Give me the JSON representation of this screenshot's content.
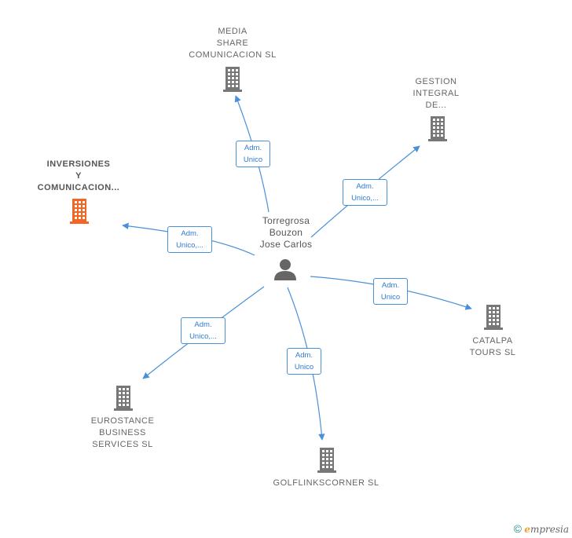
{
  "person": {
    "name_lines": "Torregrosa\nBouzon\nJose Carlos",
    "icon": "person-icon"
  },
  "companies": [
    {
      "id": "media",
      "label": "MEDIA\nSHARE\nCOMUNICACION SL",
      "icon": "building-icon",
      "highlight": false
    },
    {
      "id": "gestion",
      "label": "GESTION\nINTEGRAL\nDE...",
      "icon": "building-icon",
      "highlight": false
    },
    {
      "id": "inversiones",
      "label": "INVERSIONES\nY\nCOMUNICACION...",
      "icon": "building-icon",
      "highlight": true
    },
    {
      "id": "catalpa",
      "label": "CATALPA\nTOURS SL",
      "icon": "building-icon",
      "highlight": false
    },
    {
      "id": "eurostance",
      "label": "EUROSTANCE\nBUSINESS\nSERVICES  SL",
      "icon": "building-icon",
      "highlight": false
    },
    {
      "id": "golf",
      "label": "GOLFLINKSCORNER SL",
      "icon": "building-icon",
      "highlight": false
    }
  ],
  "edges": [
    {
      "to": "media",
      "label": "Adm.\nUnico"
    },
    {
      "to": "gestion",
      "label": "Adm.\nUnico,..."
    },
    {
      "to": "inversiones",
      "label": "Adm.\nUnico,..."
    },
    {
      "to": "catalpa",
      "label": "Adm.\nUnico"
    },
    {
      "to": "eurostance",
      "label": "Adm.\nUnico,..."
    },
    {
      "to": "golf",
      "label": "Adm.\nUnico"
    }
  ],
  "colors": {
    "edge": "#4a90d9",
    "building": "#777777",
    "building_highlight": "#f26522",
    "person": "#666666"
  },
  "footer": {
    "copyright": "©",
    "brand_initial": "e",
    "brand_rest": "mpresia"
  }
}
